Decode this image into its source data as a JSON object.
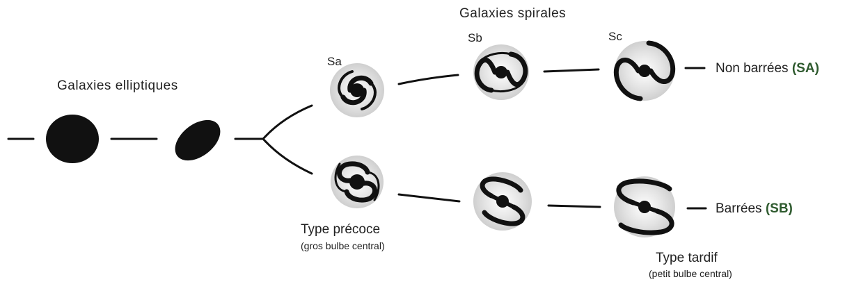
{
  "labels": {
    "elliptical": "Galaxies elliptiques",
    "spirals": "Galaxies spirales",
    "sa": "Sa",
    "sb": "Sb",
    "sc": "Sc",
    "unbarred": "Non barrées",
    "unbarred_code": "(SA)",
    "barred": "Barrées",
    "barred_code": "(SB)",
    "early_type": "Type précoce",
    "early_note": "(gros bulbe central)",
    "late_type": "Type tardif",
    "late_note": "(petit bulbe central)"
  },
  "colors": {
    "ink": "#111111",
    "halo": "#dcdcdc",
    "code_green": "#2e5a2e"
  }
}
